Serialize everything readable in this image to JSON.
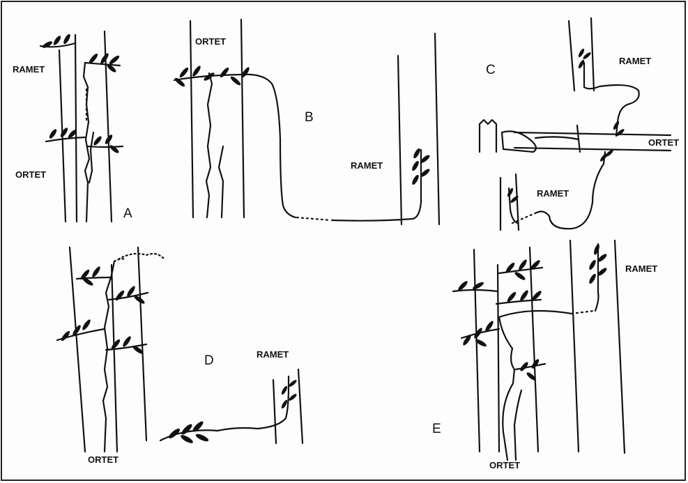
{
  "labels": {
    "ramet": "RAMET",
    "ortet": "ORTET"
  },
  "panels": {
    "a": "A",
    "b": "B",
    "c": "C",
    "d": "D",
    "e": "E"
  },
  "colors": {
    "ink": "#111111",
    "frame": "#222222",
    "background": "#fdfdfd"
  }
}
